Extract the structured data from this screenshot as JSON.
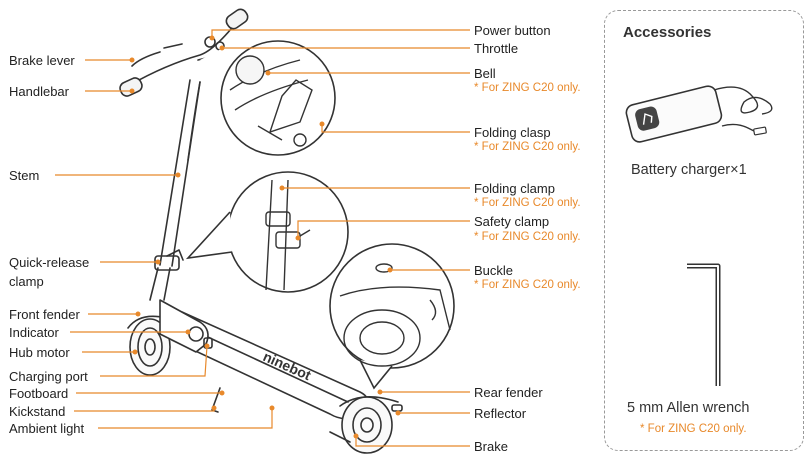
{
  "left_labels": {
    "brake_lever": "Brake lever",
    "handlebar": "Handlebar",
    "stem": "Stem",
    "quick_release_1": "Quick-release",
    "quick_release_2": "clamp",
    "front_fender": "Front fender",
    "indicator": "Indicator",
    "hub_motor": "Hub motor",
    "charging_port": "Charging port",
    "footboard": "Footboard",
    "kickstand": "Kickstand",
    "ambient_light": "Ambient light"
  },
  "right_labels": {
    "power_button": "Power button",
    "throttle": "Throttle",
    "bell": "Bell",
    "folding_clasp": "Folding clasp",
    "folding_clamp": "Folding clamp",
    "safety_clamp": "Safety clamp",
    "buckle": "Buckle",
    "rear_fender": "Rear fender",
    "reflector": "Reflector",
    "brake": "Brake"
  },
  "notes": {
    "zing_only": "* For ZING C20 only."
  },
  "deck_brand": "ninebot",
  "accessories": {
    "title": "Accessories",
    "charger": "Battery charger×1",
    "wrench": "5 mm Allen wrench",
    "wrench_note": "* For ZING C20 only."
  },
  "colors": {
    "accent": "#e8892b",
    "line": "#333333"
  }
}
